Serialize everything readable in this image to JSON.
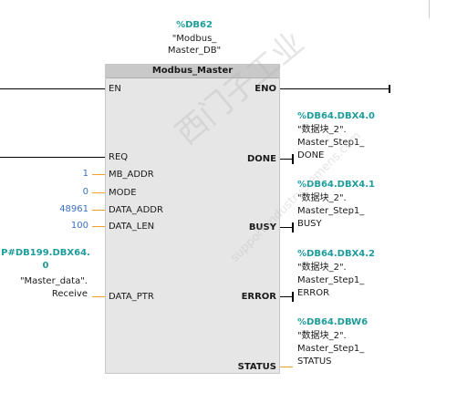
{
  "instance": {
    "db": "%DB62",
    "name_line1": "\"Modbus_",
    "name_line2": "Master_DB\""
  },
  "block": {
    "title": "Modbus_Master"
  },
  "inputs": {
    "en": "EN",
    "req": "REQ",
    "mb_addr": {
      "label": "MB_ADDR",
      "value": "1"
    },
    "mode": {
      "label": "MODE",
      "value": "0"
    },
    "data_addr": {
      "label": "DATA_ADDR",
      "value": "48961"
    },
    "data_len": {
      "label": "DATA_LEN",
      "value": "100"
    },
    "data_ptr": {
      "label": "DATA_PTR",
      "line1": "P#DB199.DBX64.",
      "line2": "0",
      "line3": "\"Master_data\".",
      "line4": "Receive"
    }
  },
  "outputs": {
    "eno": "ENO",
    "done": {
      "label": "DONE",
      "addr": "%DB64.DBX4.0",
      "line1": "\"数据块_2\".",
      "line2": "Master_Step1_",
      "line3": "DONE"
    },
    "busy": {
      "label": "BUSY",
      "addr": "%DB64.DBX4.1",
      "line1": "\"数据块_2\".",
      "line2": "Master_Step1_",
      "line3": "BUSY"
    },
    "error": {
      "label": "ERROR",
      "addr": "%DB64.DBX4.2",
      "line1": "\"数据块_2\".",
      "line2": "Master_Step1_",
      "line3": "ERROR"
    },
    "status": {
      "label": "STATUS",
      "addr": "%DB64.DBW6",
      "line1": "\"数据块_2\".",
      "line2": "Master_Step1_",
      "line3": "STATUS"
    }
  },
  "watermark": {
    "line1": "西门子工业",
    "line2": "support.industry.siemens.com"
  },
  "colors": {
    "teal": "#1e9c9c",
    "blue": "#3a6fc4",
    "orange": "#f0a030",
    "block": "#e6e6e6"
  }
}
